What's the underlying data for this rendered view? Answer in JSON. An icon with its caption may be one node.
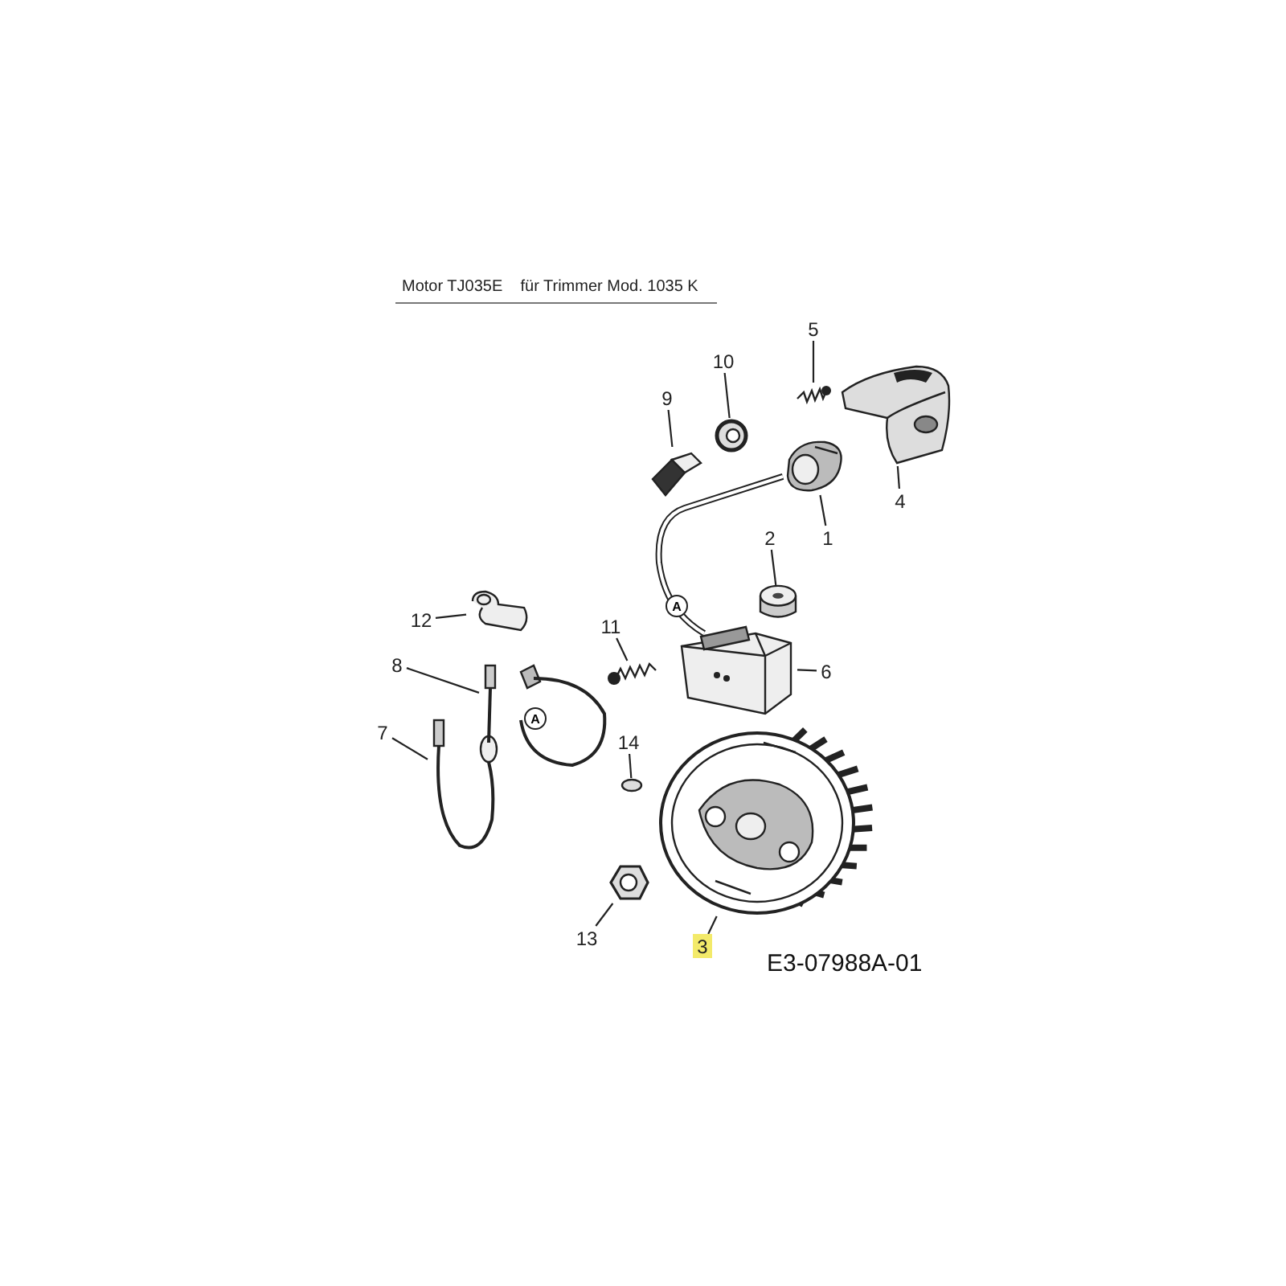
{
  "diagram": {
    "title": "Motor TJ035E    für Trimmer Mod. 1035 K",
    "nodes": [
      {
        "text": [
          "1"
        ]
      },
      {
        "text": [
          "2"
        ]
      },
      {
        "text": [
          "3"
        ]
      },
      {
        "text": [
          "4"
        ]
      },
      {
        "text": [
          "5"
        ]
      },
      {
        "text": [
          "6"
        ]
      },
      {
        "text": [
          "7"
        ]
      },
      {
        "text": [
          "8"
        ]
      },
      {
        "text": [
          "9"
        ]
      },
      {
        "text": [
          "10"
        ]
      },
      {
        "text": [
          "11"
        ]
      },
      {
        "text": [
          "12"
        ]
      },
      {
        "text": [
          "13"
        ]
      },
      {
        "text": [
          "14"
        ]
      },
      {
        "text": [],
        "shape": "picture"
      },
      {
        "text": [],
        "shape": "cylinder"
      },
      {
        "text": [],
        "shape": "picture"
      },
      {
        "text": [],
        "shape": "picture"
      },
      {
        "text": [],
        "shape": "picture"
      },
      {
        "text": [],
        "shape": "picture"
      },
      {
        "text": [],
        "shape": "picture"
      },
      {
        "text": [],
        "shape": "picture"
      },
      {
        "text": [],
        "shape": "picture"
      },
      {
        "text": [],
        "shape": "picture"
      },
      {
        "text": [],
        "shape": "picture"
      },
      {
        "text": [],
        "shape": "picture"
      },
      {
        "text": [],
        "shape": "picture"
      },
      {
        "text": [],
        "shape": "circle"
      }
    ],
    "edges": [
      {
        "from": 0,
        "to": 14,
        "arrow": "none"
      },
      {
        "from": 1,
        "to": 15,
        "arrow": "none"
      },
      {
        "from": 2,
        "to": 16,
        "arrow": "none"
      },
      {
        "from": 3,
        "to": 17,
        "arrow": "none"
      },
      {
        "from": 4,
        "to": 18,
        "arrow": "none"
      },
      {
        "from": 5,
        "to": 19,
        "arrow": "none"
      },
      {
        "from": 6,
        "to": 20,
        "arrow": "none"
      },
      {
        "from": 7,
        "to": 21,
        "arrow": "none"
      },
      {
        "from": 8,
        "to": 22,
        "arrow": "none"
      },
      {
        "from": 9,
        "to": 23,
        "arrow": "none"
      },
      {
        "from": 10,
        "to": 24,
        "arrow": "none"
      },
      {
        "from": 11,
        "to": 25,
        "arrow": "none"
      },
      {
        "from": 12,
        "to": 26,
        "arrow": "none"
      },
      {
        "from": 13,
        "to": 27,
        "arrow": "none"
      },
      {
        "from": 19,
        "to": 14,
        "arrow": "none",
        "style": "thick"
      }
    ],
    "labels": [
      "A",
      "A",
      "E3-07988A-01"
    ]
  }
}
